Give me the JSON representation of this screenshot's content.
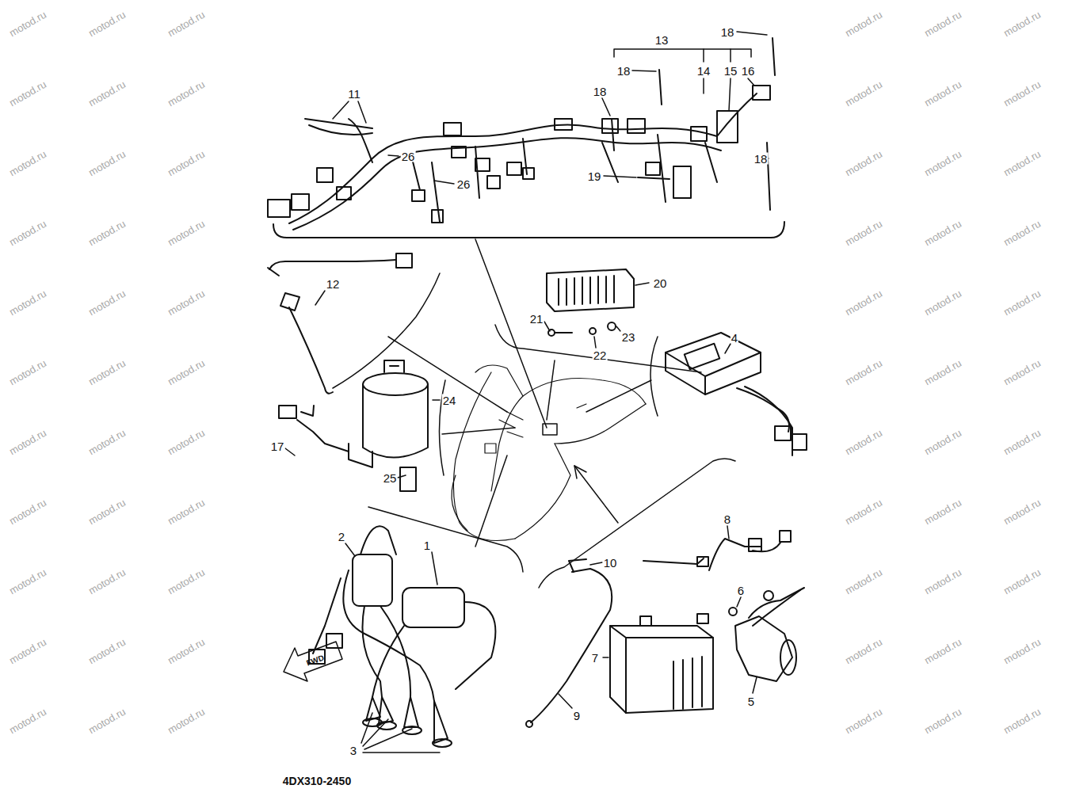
{
  "diagram": {
    "labels": [
      "13",
      "18",
      "18",
      "14",
      "15",
      "16",
      "18",
      "11",
      "26",
      "26",
      "18",
      "19",
      "12",
      "20",
      "21",
      "23",
      "22",
      "4",
      "24",
      "17",
      "25",
      "8",
      "2",
      "1",
      "10",
      "6",
      "7",
      "9",
      "5",
      "3",
      "4DX310-2450",
      "FWD",
      "motod.ru",
      "motod.ru",
      "motod.ru",
      "motod.ru",
      "motod.ru",
      "motod.ru",
      "motod.ru",
      "motod.ru",
      "motod.ru",
      "motod.ru",
      "motod.ru",
      "motod.ru",
      "motod.ru",
      "motod.ru",
      "motod.ru",
      "motod.ru",
      "motod.ru",
      "motod.ru",
      "motod.ru",
      "motod.ru",
      "motod.ru",
      "motod.ru",
      "motod.ru",
      "motod.ru",
      "motod.ru",
      "motod.ru",
      "motod.ru",
      "motod.ru",
      "motod.ru",
      "motod.ru",
      "motod.ru",
      "motod.ru",
      "motod.ru",
      "motod.ru",
      "motod.ru",
      "motod.ru",
      "motod.ru",
      "motod.ru",
      "motod.ru",
      "motod.ru",
      "motod.ru",
      "motod.ru",
      "motod.ru",
      "motod.ru",
      "motod.ru",
      "motod.ru",
      "motod.ru",
      "motod.ru",
      "motod.ru",
      "motod.ru",
      "motod.ru",
      "motod.ru",
      "motod.ru",
      "motod.ru",
      "motod.ru",
      "motod.ru",
      "motod.ru",
      "motod.ru",
      "motod.ru",
      "motod.ru",
      "motod.ru",
      "motod.ru",
      "motod.ru",
      "motod.ru",
      "motod.ru",
      "motod.ru"
    ]
  }
}
